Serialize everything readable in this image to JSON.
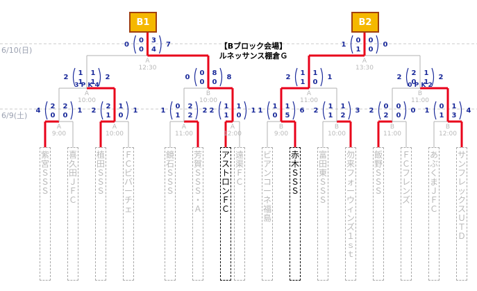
{
  "blocks": [
    {
      "label": "B1"
    },
    {
      "label": "B2"
    }
  ],
  "venue": {
    "line1": "【Bブロック会場】",
    "line2": "ルネッサンス棚倉Ｇ"
  },
  "dates": {
    "day2": "6/10(日)",
    "day1": "6/9(土)"
  },
  "teams": [
    {
      "name": "紫宮ＳＳＳ",
      "winner": false
    },
    {
      "name": "喜久田ＪＦＣ",
      "winner": false
    },
    {
      "name": "植田ＳＳＳ",
      "winner": false
    },
    {
      "name": "ＦＣビバーチェ",
      "winner": false
    },
    {
      "name": "鏡石ＳＳＳ",
      "winner": false
    },
    {
      "name": "芳賀ＳＳＳ・Ａ",
      "winner": false
    },
    {
      "name": "アストロンＦＣ",
      "winner": true
    },
    {
      "name": "遠渠ＦＣ",
      "winner": false
    },
    {
      "name": "ビアンコーネ福島",
      "winner": false
    },
    {
      "name": "赤木ＳＳＳ",
      "winner": true
    },
    {
      "name": "富田東ＳＳＳ",
      "winner": false
    },
    {
      "name": "勿来フォーウィンズ１ｓｔ",
      "winner": false
    },
    {
      "name": "飯野ＳＳＳ",
      "winner": false
    },
    {
      "name": "ＦＣフレンズ",
      "winner": false
    },
    {
      "name": "あぶくまＪＦＣ",
      "winner": false
    },
    {
      "name": "サンフレックスＵＴＤ",
      "winner": false
    }
  ],
  "matches_r1": [
    {
      "court": "A",
      "time": "9:00",
      "left": "4",
      "h1": [
        "2",
        "0"
      ],
      "h2": [
        "2",
        "0"
      ],
      "right": "1",
      "pk": ""
    },
    {
      "court": "A",
      "time": "10:00",
      "left": "2",
      "h1": [
        "2",
        "1"
      ],
      "h2": [
        "1",
        "0"
      ],
      "right": "1",
      "pk": ""
    },
    {
      "court": "A",
      "time": "11:00",
      "left": "1",
      "h1": [
        "0",
        "1"
      ],
      "h2": [
        "2",
        "2"
      ],
      "right": "2",
      "pk": ""
    },
    {
      "court": "A",
      "time": "12:00",
      "left": "2",
      "h1": [
        "1",
        "1"
      ],
      "h2": [
        "1",
        "0"
      ],
      "right": "1",
      "pk": ""
    },
    {
      "court": "B",
      "time": "9:00",
      "left": "1",
      "h1": [
        "1",
        "0"
      ],
      "h2": [
        "1",
        "5"
      ],
      "right": "6",
      "pk": ""
    },
    {
      "court": "B",
      "time": "10:00",
      "left": "2",
      "h1": [
        "1",
        "1"
      ],
      "h2": [
        "1",
        "2"
      ],
      "right": "3",
      "pk": ""
    },
    {
      "court": "B",
      "time": "11:00",
      "left": "2",
      "h1": [
        "0",
        "2"
      ],
      "h2": [
        "0",
        "0"
      ],
      "right": "0",
      "pk": ""
    },
    {
      "court": "B",
      "time": "12:00",
      "left": "1",
      "h1": [
        "0",
        "1"
      ],
      "h2": [
        "1",
        "3"
      ],
      "right": "4",
      "pk": ""
    }
  ],
  "matches_r2": [
    {
      "court": "A",
      "time": "10:00",
      "left": "2",
      "h1": [
        "1",
        "1"
      ],
      "h2": [
        "1",
        "1"
      ],
      "right": "2",
      "pk": "3 P K 4"
    },
    {
      "court": "B",
      "time": "10:00",
      "left": "0",
      "h1": [
        "0",
        "0"
      ],
      "h2": [
        "8",
        "0"
      ],
      "right": "8",
      "pk": ""
    },
    {
      "court": "A",
      "time": "11:00",
      "left": "2",
      "h1": [
        "1",
        "1"
      ],
      "h2": [
        "1",
        "0"
      ],
      "right": "1",
      "pk": ""
    },
    {
      "court": "B",
      "time": "11:00",
      "left": "2",
      "h1": [
        "2",
        "0"
      ],
      "h2": [
        "1",
        "1"
      ],
      "right": "2",
      "pk": "0 P K 2"
    }
  ],
  "matches_r3": [
    {
      "court": "A",
      "time": "12:30",
      "left": "0",
      "h1": [
        "0",
        "0"
      ],
      "h2": [
        "3",
        "4"
      ],
      "right": "7",
      "pk": ""
    },
    {
      "court": "A",
      "time": "13:30",
      "left": "1",
      "h1": [
        "0",
        "1"
      ],
      "h2": [
        "0",
        "0"
      ],
      "right": "0",
      "pk": ""
    }
  ],
  "colors": {
    "win_line": "#e8001a",
    "lose_line": "#b0b0b0",
    "score": "#1a2a9a",
    "faint": "#b8b8b8",
    "badge_fill": "#f5b800",
    "badge_border": "#a04010"
  }
}
